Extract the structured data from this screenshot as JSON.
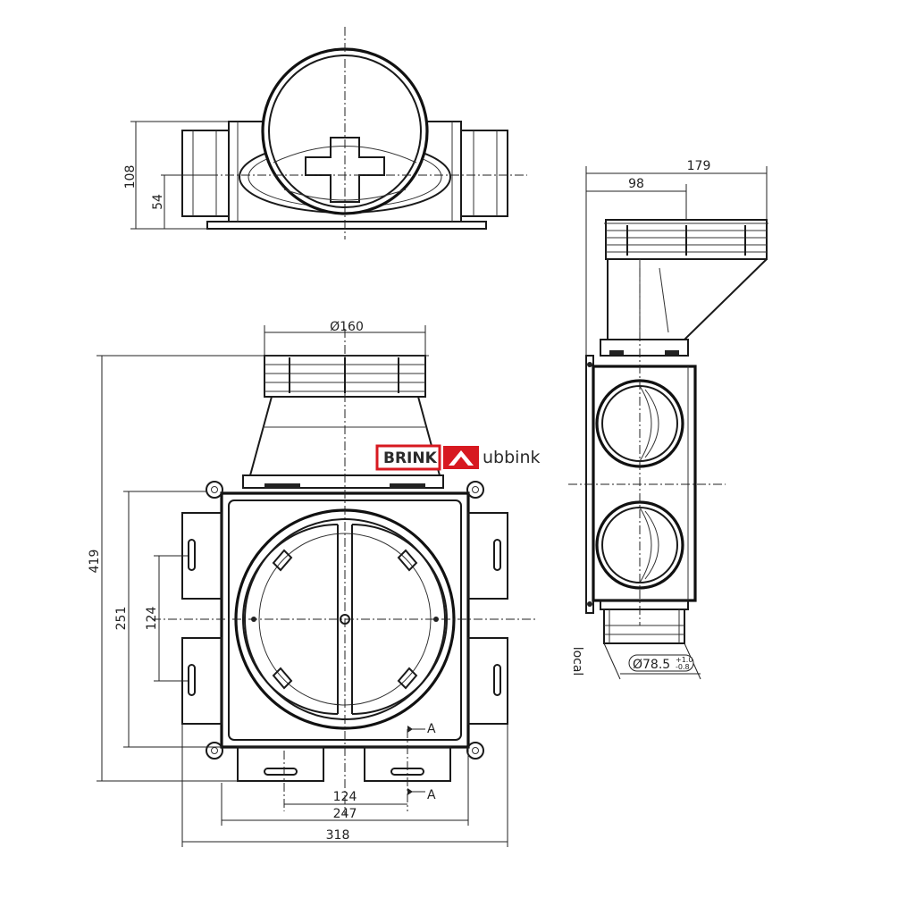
{
  "brand": {
    "left": "BRINK",
    "right": "ubbink",
    "accent_color": "#d71920"
  },
  "dimensions": {
    "top_height_total": "108",
    "top_height_half": "54",
    "front_outlet_diameter": "Ø160",
    "front_height_total": "419",
    "front_height_box": "251",
    "front_spacing_vertical": "124",
    "front_spacing_bottom": "124",
    "front_width_inner": "247",
    "front_width_total": "318",
    "side_width_total": "179",
    "side_width_partial": "98",
    "side_spigot_diameter": "Ø78.5",
    "side_spigot_tol_plus": "+1.0",
    "side_spigot_tol_minus": "-0.8",
    "side_label": "local"
  },
  "section_marks": {
    "upper": "A",
    "lower": "A"
  }
}
